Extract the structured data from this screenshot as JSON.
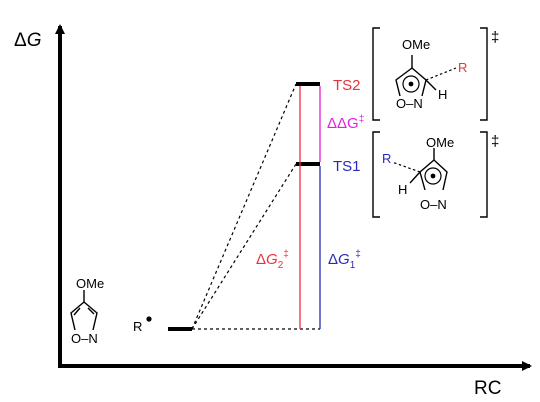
{
  "axes": {
    "y_label_prefix": "Δ",
    "y_label_var": "G",
    "x_label": "RC"
  },
  "reactant": {
    "substituent": "OMe",
    "ring_atoms": "O–N",
    "radical": "R"
  },
  "states": {
    "ts2_label": "TS2",
    "ts1_label": "TS1"
  },
  "barriers": {
    "ddg": "ΔΔG",
    "ddg_sup": "‡",
    "dg2_delta": "Δ",
    "dg2_var": "G",
    "dg2_sub": "2",
    "dg2_sup": "‡",
    "dg1_delta": "Δ",
    "dg1_var": "G",
    "dg1_sub": "1",
    "dg1_sup": "‡"
  },
  "ts2_structure": {
    "substituent": "OMe",
    "group": "R",
    "hydrogen": "H",
    "ring_atoms": "O–N",
    "dagger": "‡"
  },
  "ts1_structure": {
    "substituent": "OMe",
    "group": "R",
    "hydrogen": "H",
    "ring_atoms": "O–N",
    "dagger": "‡"
  },
  "colors": {
    "axis": "#000000",
    "ts2_path": "#e8323c",
    "ts1_path": "#2a2ab8",
    "ddg": "#e020e0"
  }
}
